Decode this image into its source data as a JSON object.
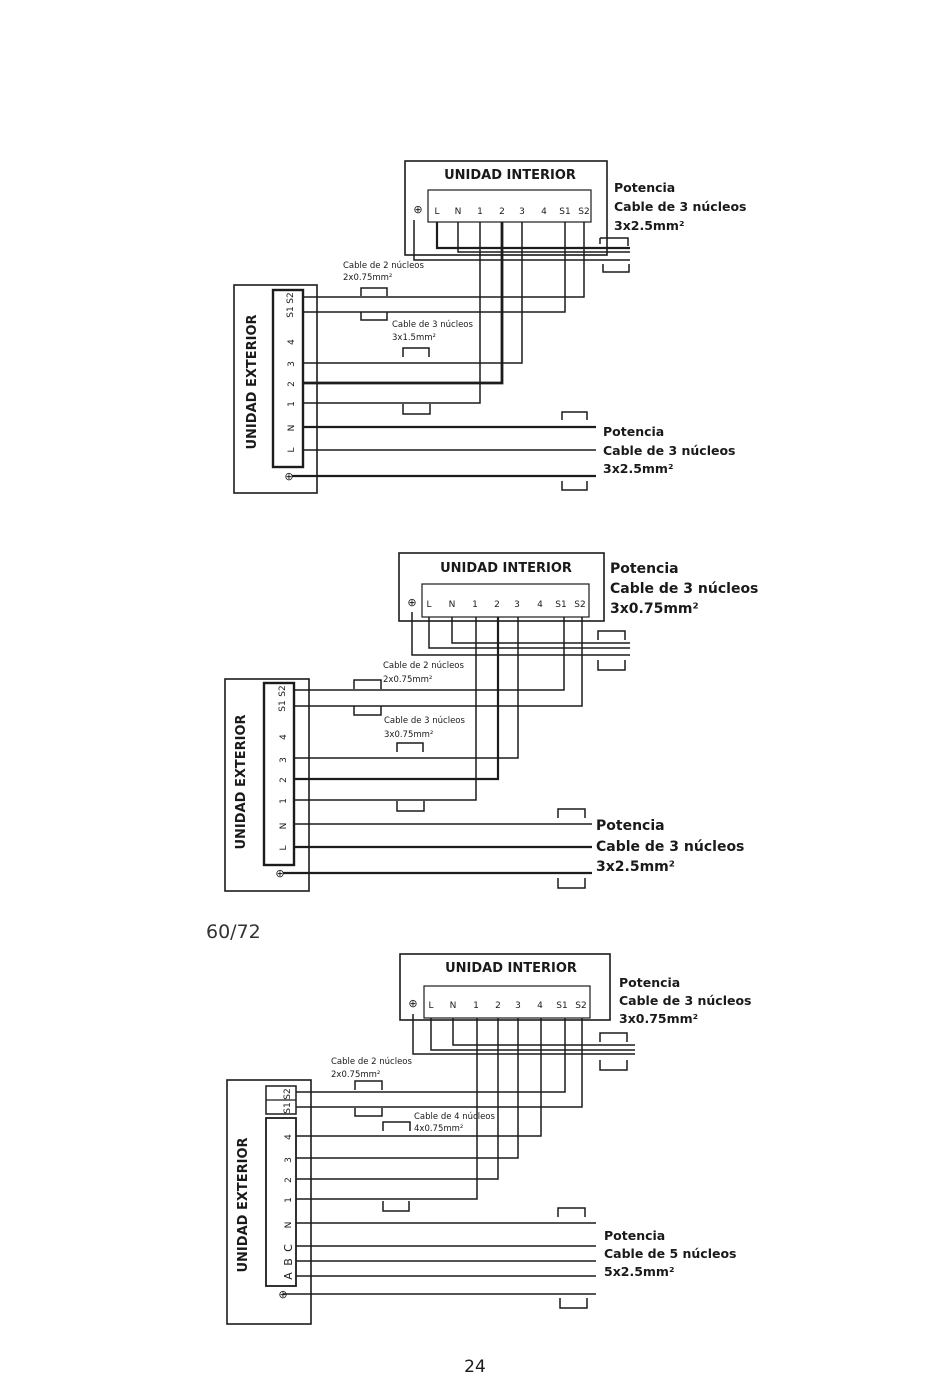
{
  "page_number": "24",
  "model_label": "60/72",
  "diagram1": {
    "indoor_title": "UNIDAD INTERIOR",
    "outdoor_title": "UNIDAD EXTERIOR",
    "indoor_terminals": [
      "L",
      "N",
      "1",
      "2",
      "3",
      "4",
      "S1",
      "S2"
    ],
    "outdoor_terminals": [
      "S2",
      "S1",
      "4",
      "3",
      "2",
      "1",
      "N",
      "L"
    ],
    "power_indoor": {
      "line1": "Potencia",
      "line2": "Cable de 3 núcleos",
      "line3": "3x2.5mm²"
    },
    "power_outdoor": {
      "line1": "Potencia",
      "line2": "Cable de 3 núcleos",
      "line3": "3x2.5mm²"
    },
    "signal_cable": {
      "line1": "Cable de 2 núcleos",
      "line2": "2x0.75mm²"
    },
    "control_cable": {
      "line1": "Cable de 3 núcleos",
      "line2": "3x1.5mm²"
    }
  },
  "diagram2": {
    "indoor_title": "UNIDAD INTERIOR",
    "outdoor_title": "UNIDAD EXTERIOR",
    "indoor_terminals": [
      "L",
      "N",
      "1",
      "2",
      "3",
      "4",
      "S1",
      "S2"
    ],
    "outdoor_terminals": [
      "S2",
      "S1",
      "4",
      "3",
      "2",
      "1",
      "N",
      "L"
    ],
    "power_indoor": {
      "line1": "Potencia",
      "line2": "Cable de 3 núcleos",
      "line3": "3x0.75mm²"
    },
    "power_outdoor": {
      "line1": "Potencia",
      "line2": "Cable de 3 núcleos",
      "line3": "3x2.5mm²"
    },
    "signal_cable": {
      "line1": "Cable de 2 núcleos",
      "line2": "2x0.75mm²"
    },
    "control_cable": {
      "line1": "Cable de 3 núcleos",
      "line2": "3x0.75mm²"
    }
  },
  "diagram3": {
    "indoor_title": "UNIDAD INTERIOR",
    "outdoor_title": "UNIDAD EXTERIOR",
    "indoor_terminals": [
      "L",
      "N",
      "1",
      "2",
      "3",
      "4",
      "S1",
      "S2"
    ],
    "outdoor_terminals": [
      "S2",
      "S1",
      "4",
      "3",
      "2",
      "1",
      "N",
      "C",
      "B",
      "A"
    ],
    "power_indoor": {
      "line1": "Potencia",
      "line2": "Cable de 3 núcleos",
      "line3": "3x0.75mm²"
    },
    "power_outdoor": {
      "line1": "Potencia",
      "line2": "Cable de 5 núcleos",
      "line3": "5x2.5mm²"
    },
    "signal_cable": {
      "line1": "Cable de 2 núcleos",
      "line2": "2x0.75mm²"
    },
    "control_cable": {
      "line1": "Cable de 4 núcleos",
      "line2": "4x0.75mm²"
    }
  }
}
